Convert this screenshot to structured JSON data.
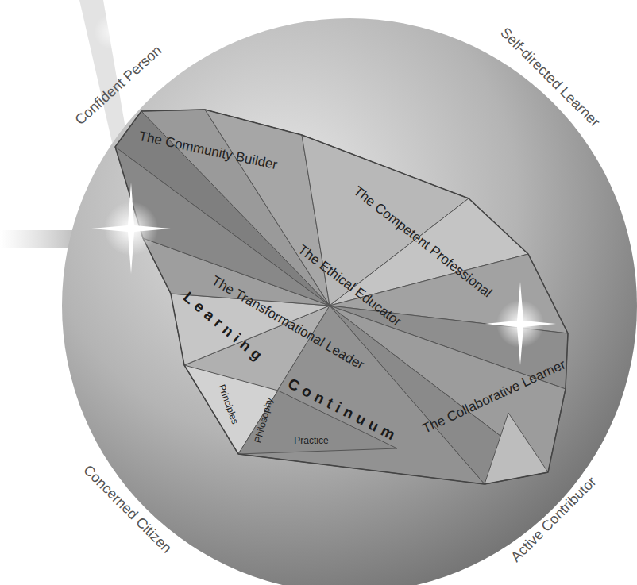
{
  "diagram": {
    "labels": [
      "Confident Person",
      "Self-directed Learner",
      "Concerned Citizen",
      "Active Contributor",
      "The Community Builder",
      "The Competent Professional",
      "The Ethical Educator",
      "The Transformational Leader",
      "Learning",
      "Continuum",
      "The Collaborative Learner",
      "Principles",
      "Philosophy",
      "Practice"
    ]
  }
}
